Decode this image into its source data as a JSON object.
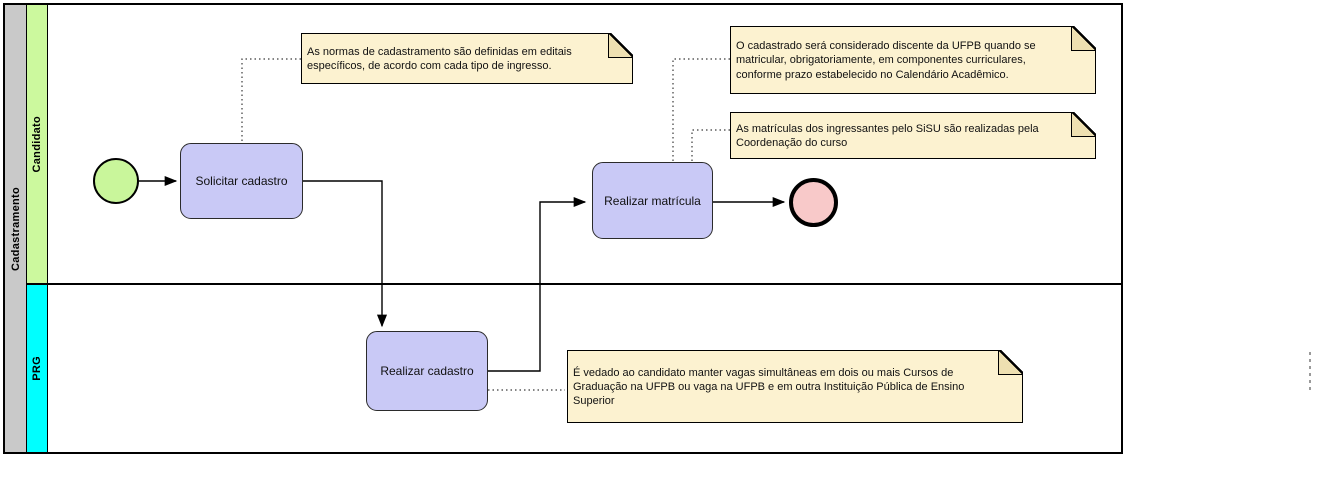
{
  "diagram": {
    "pool": {
      "label": "Cadastramento"
    },
    "lanes": [
      {
        "label": "Candidato",
        "color": "#ccf99e"
      },
      {
        "label": "PRG",
        "color": "#00ffff"
      }
    ],
    "tasks": [
      {
        "label": "Solicitar cadastro"
      },
      {
        "label": "Realizar matrícula"
      },
      {
        "label": "Realizar cadastro"
      }
    ],
    "events": [
      {
        "name": "start-event",
        "color": "#c9f69b"
      },
      {
        "name": "end-event",
        "color": "#f8c9c9"
      }
    ],
    "notes": [
      {
        "text": "As normas de cadastramento são definidas em editais específicos, de acordo com cada tipo de ingresso."
      },
      {
        "text": "O cadastrado será considerado discente da UFPB quando se matricular, obrigatoriamente, em componentes curriculares, conforme prazo estabelecido no Calendário Acadêmico."
      },
      {
        "text": "As matrículas dos ingressantes pelo SiSU são realizadas pela Coordenação do curso"
      },
      {
        "text": "É vedado ao candidato manter vagas simultâneas em dois ou mais Cursos de Graduação na UFPB ou vaga na UFPB e em outra Instituição Pública de Ensino Superior"
      }
    ],
    "colors": {
      "pool_header": "#c9c9c9",
      "task_fill": "#c9c9f6",
      "note_fill": "#fcf2d0",
      "note_fold": "#eee0b1"
    }
  }
}
